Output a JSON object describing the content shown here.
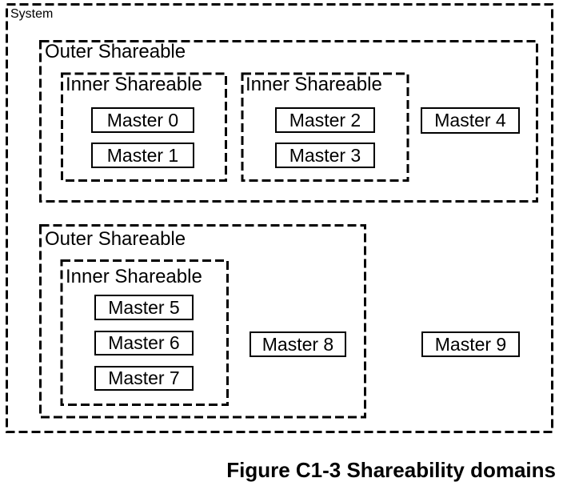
{
  "figure": {
    "system": {
      "label": "System"
    },
    "domains": {
      "outer_top": {
        "label": "Outer Shareable"
      },
      "inner_top_left": {
        "label": "Inner Shareable"
      },
      "inner_top_right": {
        "label": "Inner Shareable"
      },
      "outer_bottom": {
        "label": "Outer Shareable"
      },
      "inner_bottom": {
        "label": "Inner Shareable"
      }
    },
    "masters": [
      "Master 0",
      "Master 1",
      "Master 2",
      "Master 3",
      "Master 4",
      "Master 5",
      "Master 6",
      "Master 7",
      "Master 8",
      "Master 9"
    ],
    "caption": "Figure C1-3 Shareability domains",
    "colors": {
      "stroke": "#000000",
      "text": "#000000",
      "background": "#ffffff"
    }
  }
}
